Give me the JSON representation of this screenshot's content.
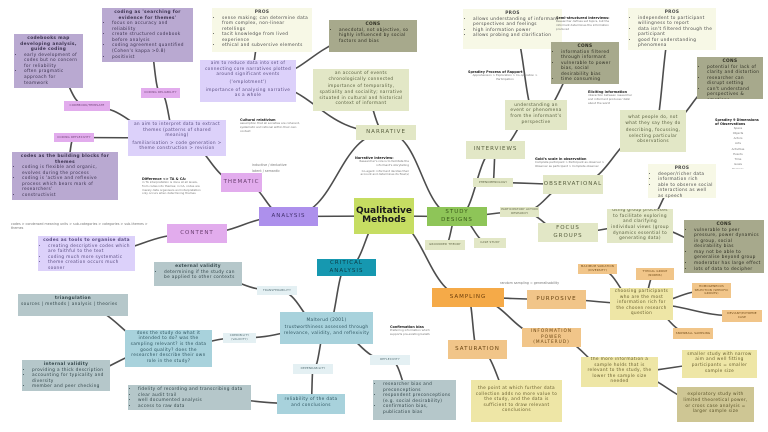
{
  "title": "Qualitative Methods",
  "nodes": {
    "center": {
      "title": "Qualitative Methods"
    },
    "codebooks": {
      "title": "codebooks map developing analysis, guide coding",
      "bullets": [
        "early development of codes but no concern for reliability",
        "often pragmatic approach for teamwork"
      ]
    },
    "coding_searching": {
      "title": "coding as 'searching for evidence for themes'",
      "bullets": [
        "focus on accuracy and reliability",
        "create structured codebook before analysis",
        "coding agreement quantified (Cohen's kappa >0.8)",
        "positivist"
      ]
    },
    "lbl_codebook": {
      "text": "CODEBOOK/TEMPLATE"
    },
    "lbl_coding_rel": {
      "text": "CODING RELIABILITY"
    },
    "lbl_coding_refl": {
      "text": "CODING REFLEXIVITY"
    },
    "aim_interpret": {
      "lines": [
        "an aim to interpret data to extract themes (patterns of shared meaning)",
        "familiarisation > code generation > theme construction > revision"
      ]
    },
    "building_blocks": {
      "title": "codes as the building blocks for themes",
      "bullets": [
        "coding is flexible and organic, evolves during the process",
        "coding is 'active and reflexive process which bears mark of researchers'",
        "constructivist"
      ]
    },
    "cultural_rel": {
      "title": "Cultural relativism",
      "lines": [
        "assumption that all societies are coherent, systematic and rational within their own context"
      ]
    },
    "diff_ta_ca": {
      "title": "Difference <> TA & CA:",
      "lines": [
        "in TA interpretation is done at all levels, from codes into themes; in CA, codes are merely data organisers and interpretation only occurs when determining themes"
      ]
    },
    "thematic": {
      "text": "THEMATIC"
    },
    "inductive": {
      "lines": [
        "inductive / deductive",
        "latent / semantic"
      ]
    },
    "analysis": {
      "text": "ANALYSIS"
    },
    "content": {
      "text": "CONTENT"
    },
    "codes_chain": {
      "lines": [
        "codes > condensed meaning units > sub-categories > categories > sub-themes > themes"
      ]
    },
    "codes_tools": {
      "title": "codes as tools to organise data",
      "bullets": [
        "creating descriptive codes which are faithful to the text",
        "coding much more systematic",
        "theme creation occurs much sooner"
      ]
    },
    "narr_pros": {
      "title": "PROS",
      "bullets": [
        "sense making; can determine data from complex, non-linear retellings",
        "tacit knowledge from lived experience",
        "ethical and subversive elements"
      ]
    },
    "narr_cons": {
      "title": "CONS",
      "bullets": [
        "anecdotal, not objective, so highly influenced by social factors and bias"
      ]
    },
    "aim_reduce": {
      "lines": [
        "aim to reduce data into set of connecting core narratives plotted around significant events",
        "('emplotment')",
        "importance of analysing narrative as a whole"
      ]
    },
    "account_events": {
      "lines": [
        "an account of events chronologically connected",
        "importance of temporality, spatiality and sociality; narrative situated in cultural and historical context of informant"
      ]
    },
    "narrative": {
      "text": "NARRATIVE"
    },
    "narr_interview": {
      "title": "Narrative interview:",
      "lines": [
        "Researcher's role is to facilitate the informant's storytelling",
        "Co-agent: informant decides their account and determines its flow(s)"
      ]
    },
    "study_designs": {
      "text": "STUDY DESIGNS"
    },
    "grounded": {
      "text": "GROUNDED THEORY"
    },
    "case_study": {
      "text": "CASE STUDY"
    },
    "int_pros": {
      "title": "PROS",
      "bullets": [
        "allows understanding of informant perspectives and feelings",
        "high information power",
        "allows probing and clarification"
      ]
    },
    "semi_struct": {
      "title": "Semi-structured interviews:",
      "lines": [
        "Researcher defines set topics, but the informant determines the information produced"
      ]
    },
    "int_cons": {
      "title": "CONS",
      "bullets": [
        "information filtered through informant",
        "vulnerable to power bias, social desirability bias",
        "time consuming"
      ]
    },
    "spradley_rapport": {
      "title": "Spradley Process of Rapport",
      "lines": [
        "Apprehension > Exploration > Co-operation > Participation"
      ]
    },
    "eliciting": {
      "title": "Eliciting information",
      "lines": [
        "interaction between researcher and informant produces 'data' about the world"
      ]
    },
    "understanding": {
      "lines": [
        "understanding an event or phenomena from the informant's perspective"
      ]
    },
    "interviews": {
      "text": "INTERVIEWS"
    },
    "phenomenology": {
      "text": "PHENOMENOLOGY"
    },
    "observational": {
      "text": "OBSERVATIONAL"
    },
    "golds": {
      "title": "Gold's scale in observation",
      "lines": [
        "Complete participant > Participant as observer > Observer as participant > Complete observer"
      ]
    },
    "par": {
      "text": "PARTICIPATORY ACTION RESEARCH"
    },
    "focus_groups": {
      "text": "FOCUS GROUPS"
    },
    "group_processes": {
      "lines": [
        "using group processes to facilitate exploring and clarifying individual views (group dynamics essential to generating data)"
      ]
    },
    "obs_pros": {
      "title": "PROS",
      "bullets": [
        "independent to participant willingness to report",
        "data isn't filtered through the participant",
        "good for understanding phenomena"
      ]
    },
    "obs_cons": {
      "title": "CONS",
      "bullets": [
        "potential for lack of clarity and distortion",
        "researcher can disrupt setting",
        "can't understand perspectives & emotions"
      ]
    },
    "what_people": {
      "lines": [
        "what people do, not what they say they do",
        "describing, focussing, selecting particular observations"
      ]
    },
    "spradley9": {
      "title": "Spradley 9 Dimensions of Observations",
      "lines": [
        "Space",
        "Objects",
        "Actors",
        "Acts",
        "Activities",
        "Events",
        "Time",
        "Goals",
        "Feelings"
      ]
    },
    "fg_pros": {
      "title": "PROS",
      "bullets": [
        "deeper/richer data",
        "information rich",
        "able to observe social interactions as well as speech"
      ]
    },
    "fg_cons": {
      "title": "CONS",
      "bullets": [
        "vulnerable to peer pressure, power dynamics in group, social desirability bias",
        "may not be able to generalise beyond group",
        "moderator has large effect",
        "lots of data to decipher"
      ]
    },
    "critical": {
      "text": "CRITICAL ANALYSIS"
    },
    "ext_validity": {
      "title": "external validity",
      "bullets": [
        "determining if the study can be applied to other contexts"
      ]
    },
    "transferability": {
      "text": "TRANSFERABILITY"
    },
    "triangulation": {
      "title": "triangulation",
      "lines": [
        "sources | methods | analysis | theories"
      ]
    },
    "does_study": {
      "lines": [
        "does the study do what it intended to do? was the sampling relevant? is the data good quality? does the researcher describe their own role in the study?"
      ]
    },
    "credibility": {
      "text": "CREDIBILITY (VALIDITY)"
    },
    "malterud": {
      "lines": [
        "Malterud (2001)",
        "trustworthiness assessed through relevance, validity, and reflexivity"
      ]
    },
    "int_validity": {
      "title": "internal validity",
      "bullets": [
        "providing a thick description",
        "accounting for typicality and diversity",
        "member and peer checking"
      ]
    },
    "fidelity": {
      "bullets": [
        "fidelity of recording and transcribing data",
        "clear audit trail",
        "well documented analysis",
        "access to raw data"
      ]
    },
    "dependability": {
      "text": "DEPENDABILITY"
    },
    "reliability": {
      "lines": [
        "reliability of the data and conclusions"
      ]
    },
    "reflexivity": {
      "text": "REFLEXIVITY"
    },
    "confirmation": {
      "title": "Confirmation bias",
      "lines": [
        "Preferring information which supports pre-existing beliefs"
      ]
    },
    "researcher_bias": {
      "bullets": [
        "researcher bias and preconceptions",
        "respondent preconceptions (e.g. social desirability)",
        "confirmation bias, publication bias"
      ]
    },
    "sampling": {
      "text": "SAMPLING"
    },
    "purposive": {
      "text": "PURPOSIVE"
    },
    "random": {
      "lines": [
        "random sampling = generalisability"
      ]
    },
    "max_var": {
      "text": "MAXIMUM VARIATION (DIVERSITY)"
    },
    "typical": {
      "text": "TYPICAL GROUP (NORMS)"
    },
    "choosing": {
      "lines": [
        "choosing participants who are the most information rich for the chosen research question"
      ]
    },
    "homogeneous": {
      "text": "HOMOGENEOUS SELECTION (SPECIFIC GROUPS)"
    },
    "deviant": {
      "text": "DEVIANT/EXTREME CASE"
    },
    "snowball": {
      "text": "SNOWBALL SAMPLING"
    },
    "info_power": {
      "text": "INFORMATION POWER (MALTERUD)"
    },
    "saturation": {
      "text": "SATURATION"
    },
    "point": {
      "lines": [
        "the point at which further data collection adds no more value to the study, and the data is sufficient to draw relevant conclusions"
      ]
    },
    "more_info": {
      "lines": [
        "the more information a sample holds that is relevant to the study, the lower the sample size needed"
      ]
    },
    "smaller": {
      "lines": [
        "smaller study with narrow aim and well fitting participants = smaller sample size"
      ]
    },
    "exploratory": {
      "lines": [
        "exploratory study with limited theoretical power, or cross case analysis = larger sample size"
      ]
    }
  }
}
